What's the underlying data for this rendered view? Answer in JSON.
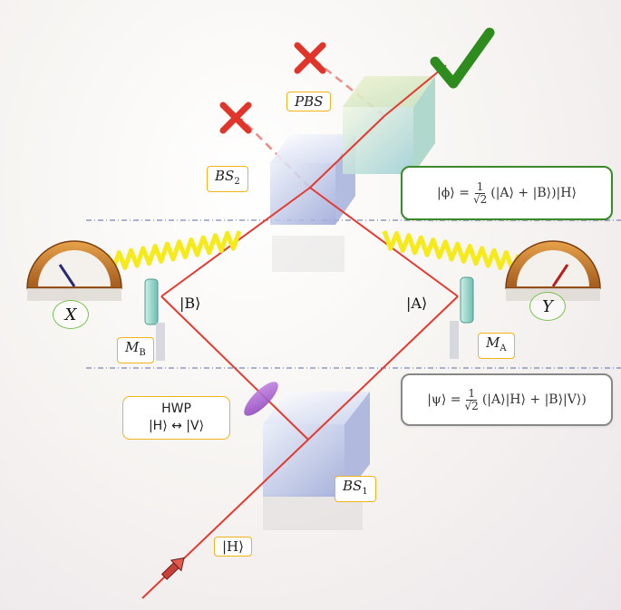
{
  "labels": {
    "pbs": "PBS",
    "bs2": "BS",
    "bs2_sub": "2",
    "bs1": "BS",
    "bs1_sub": "1",
    "mb": "M",
    "mb_sub": "B",
    "ma": "M",
    "ma_sub": "A",
    "x": "X",
    "y": "Y",
    "ket_b": "|B⟩",
    "ket_a": "|A⟩",
    "ket_h": "|H⟩",
    "hwp_title": "HWP",
    "hwp_rule": "|H⟩ ↔ |V⟩"
  },
  "state_phi": {
    "lhs": "|ϕ⟩ = ",
    "num": "1",
    "den": "√2",
    "rhs": "(|A⟩ + |B⟩)|H⟩"
  },
  "state_psi": {
    "lhs": "|ψ⟩ = ",
    "num": "1",
    "den": "√2",
    "rhs": "(|A⟩|H⟩ + |B⟩|V⟩)"
  },
  "colors": {
    "beam": "#e43a2f",
    "check": "#2e8b1e",
    "cross": "#e0352b",
    "phi_border": "#3a8a2a",
    "psi_border": "#888888",
    "label_border": "#f2b21b",
    "spring": "#f6ea1a"
  }
}
